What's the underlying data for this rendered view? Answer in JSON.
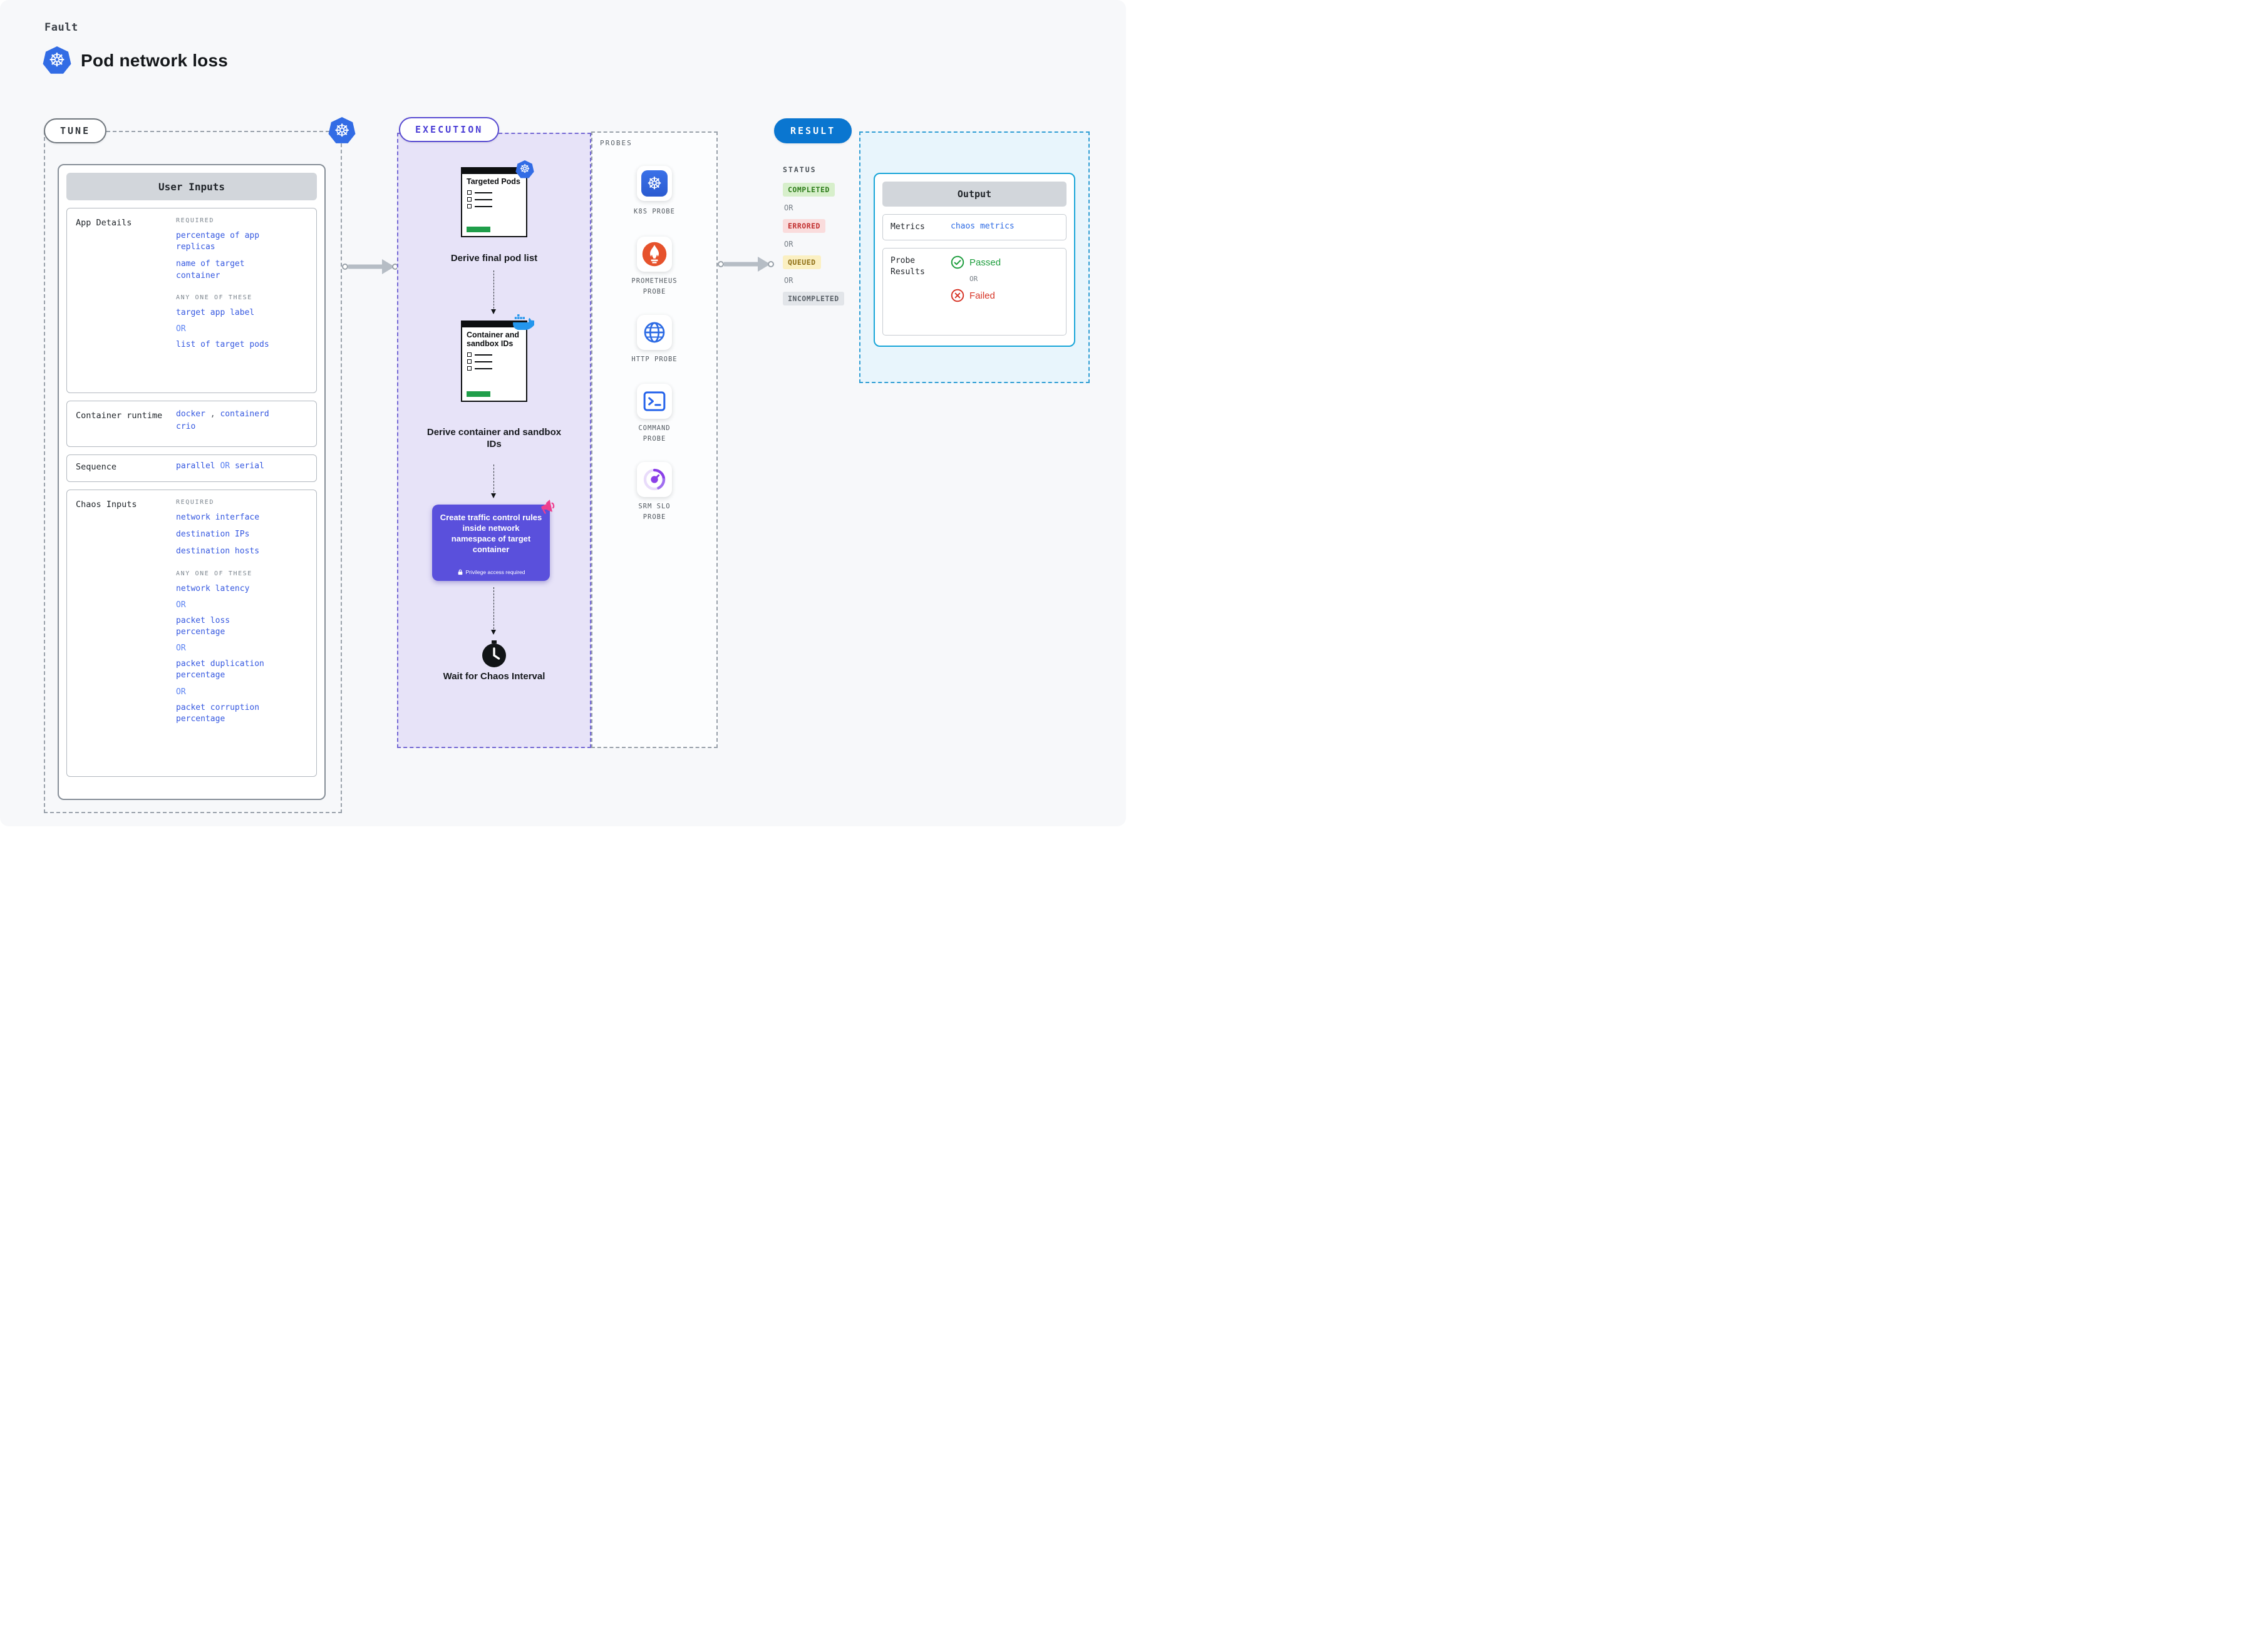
{
  "header": {
    "eyebrow": "Fault",
    "title": "Pod network loss"
  },
  "tune": {
    "label": "TUNE",
    "panel_title": "User Inputs",
    "app_details": {
      "label": "App Details",
      "required_caption": "REQUIRED",
      "required_items": [
        "percentage of app replicas",
        "name of target container"
      ],
      "any_one_caption": "ANY ONE OF THESE",
      "option_a": "target app label",
      "or_label": "OR",
      "option_b": "list of target pods"
    },
    "container_runtime": {
      "label": "Container runtime",
      "value_1": "docker",
      "separator": ",",
      "value_2": "containerd",
      "value_3": "crio"
    },
    "sequence": {
      "label": "Sequence",
      "value_a": "parallel",
      "or_label": "OR",
      "value_b": "serial"
    },
    "chaos_inputs": {
      "label": "Chaos Inputs",
      "required_caption": "REQUIRED",
      "required_items": [
        "network interface",
        "destination IPs",
        "destination hosts"
      ],
      "any_one_caption": "ANY ONE OF THESE",
      "any_one_items": [
        "network latency",
        "packet loss percentage",
        "packet duplication percentage",
        "packet corruption percentage"
      ],
      "or_label": "OR"
    }
  },
  "execution": {
    "label": "EXECUTION",
    "step_1": {
      "doc_title": "Targeted Pods",
      "caption": "Derive final pod list"
    },
    "step_2": {
      "doc_title": "Container and sandbox IDs",
      "caption": "Derive container and sandbox IDs"
    },
    "action_box": {
      "text": "Create traffic control rules inside network namespace of target container",
      "badge": "Privilege access required"
    },
    "wait_caption": "Wait for Chaos Interval"
  },
  "probes": {
    "label": "PROBES",
    "items": [
      "K8S PROBE",
      "PROMETHEUS PROBE",
      "HTTP PROBE",
      "COMMAND PROBE",
      "SRM SLO PROBE"
    ]
  },
  "result": {
    "label": "RESULT",
    "status_caption": "STATUS",
    "statuses": [
      "COMPLETED",
      "ERRORED",
      "QUEUED",
      "INCOMPLETED"
    ],
    "or_label": "OR",
    "output": {
      "title": "Output",
      "metrics_label": "Metrics",
      "metrics_value": "chaos metrics",
      "probe_results_label": "Probe Results",
      "passed_label": "Passed",
      "failed_label": "Failed"
    }
  },
  "colors": {
    "k8s_blue": "#326ce5",
    "accent_blue": "#3558e0",
    "or_blue": "#5b82f2",
    "execution_purple": "#584bd2",
    "action_purple": "#5a50dc",
    "result_blue": "#0a76d0",
    "output_border": "#17a5d8",
    "passed_green": "#1e9e3e",
    "failed_red": "#d73527"
  }
}
